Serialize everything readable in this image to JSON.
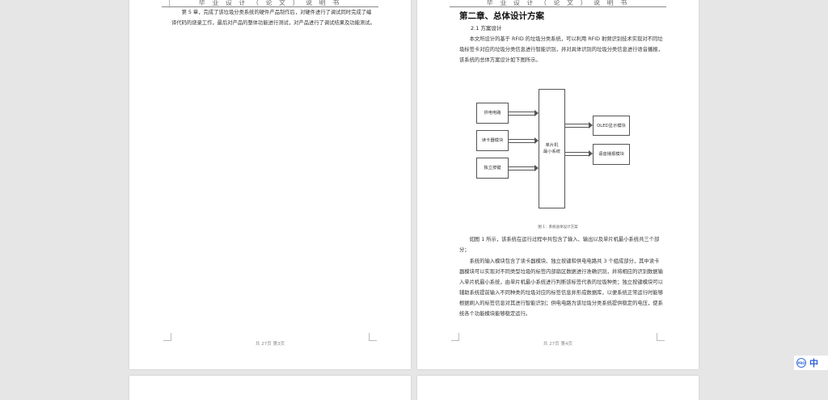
{
  "header_title": "毕 业 设 计 （ 论 文 ） 说 明 书",
  "page3": {
    "paragraph": "第 5 章，完成了该垃圾分类系统的硬件产品制作后，对硬件进行了调试同时完成了编译代码的烧录工作，最后对产品的整体功能进行测试，对产品进行了调试结果及功能测试。",
    "footer": "共 27页 第3页"
  },
  "page4": {
    "chapter_title": "第二章、总体设计方案",
    "section_title": "2.1 方案设计",
    "intro": "本文所设计的基于 RFID 的垃圾分类系统，可以利用 RFID 射频识别技术实现对不同垃圾标签卡对应的垃圾分类信息进行智能识别，并对具体识别的垃圾分类信息进行语音播报，该系统的总体方案设计如下图所示。",
    "diagram": {
      "inputs": [
        "供电电路",
        "读卡器模块",
        "独立按键"
      ],
      "center_line1": "单片机",
      "center_line2": "最小系统",
      "outputs": [
        "OLED显示模块",
        "语音播报模块"
      ],
      "caption": "图 1：系统总体设计方案"
    },
    "para1": "如图 1 所示，该系统在运行过程中共包含了输入、输出以及单片机最小系统共三个部分；",
    "para2": "系统的输入模块包含了读卡器模块、独立按键和供电电路共 3 个组成部分，其中读卡器模块可以实现对不同类型垃圾的标签内部扇区数据进行准确识别，并将相应的识别数据输入单片机最小系统，由单片机最小系统进行判断该标签代表的垃圾种类；独立按键模块可以辅助系统提前输入不同种类的垃圾对应的标签信息并形成数据库，以便系统正常运行时能够根据刷入的标签信息对其进行智能识别；供电电路为该垃圾分类系统提供稳定的电压，使系统各个功能模块能够稳定运行。",
    "footer": "共 27页 第4页"
  },
  "tray": {
    "icon": "ime-icon",
    "icon_text": "PRO",
    "lang": "中"
  }
}
